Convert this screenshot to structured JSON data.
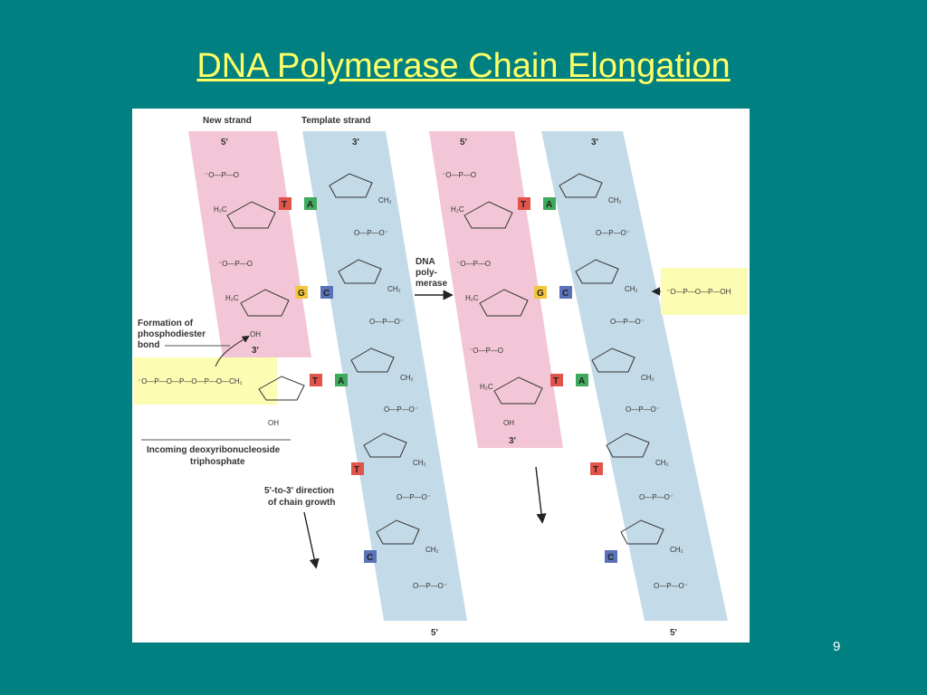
{
  "slide": {
    "title": "DNA Polymerase Chain Elongation",
    "page_number": "9"
  },
  "figure": {
    "labels": {
      "new_strand": "New strand",
      "template_strand": "Template strand",
      "formation_1": "Formation of",
      "formation_2": "phosphodiester",
      "formation_3": "bond",
      "enzyme_1": "DNA",
      "enzyme_2": "poly-",
      "enzyme_3": "merase",
      "incoming_1": "Incoming deoxyribonucleoside",
      "incoming_2": "triphosphate",
      "direction_1": "5'-to-3' direction",
      "direction_2": "of chain growth"
    },
    "ends": {
      "five_prime": "5'",
      "three_prime": "3'"
    },
    "chem": {
      "phosphate_left": "⁻O—P—O",
      "phosphate_right": "O—P—O⁻",
      "o": "O",
      "o_minus": "O⁻",
      "ch2": "CH₂",
      "h2c": "H₂C",
      "h": "H",
      "oh": "OH",
      "triphosphate": "⁻O—P—O—P—O—P—O—CH₂",
      "pyrophosphate": "⁻O—P—O—P—OH"
    },
    "bases": {
      "T": "T",
      "A": "A",
      "G": "G",
      "C": "C"
    },
    "colors": {
      "new_strand_band": "#f2c6d6",
      "template_strand_band": "#c3dae8",
      "triphosphate_box": "#fdfcb3",
      "base_T": "#e0544a",
      "base_A": "#3fa95c",
      "base_G": "#f2c53d",
      "base_C": "#5a73b8"
    }
  }
}
